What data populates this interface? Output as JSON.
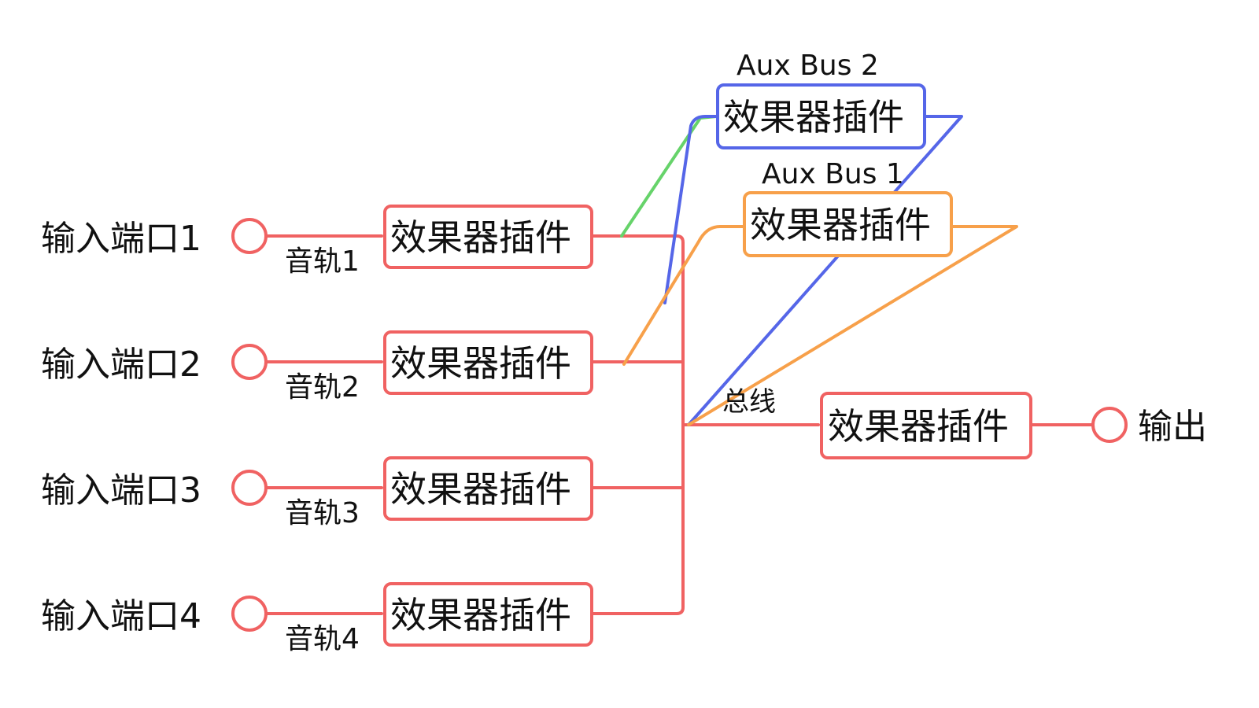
{
  "colors": {
    "main": "#f06262",
    "aux1": "#f7a04a",
    "aux2": "#5566e8",
    "send": "#66d36a"
  },
  "inputs": [
    {
      "port": "输入端口1",
      "track": "音轨1",
      "plugin": "效果器插件"
    },
    {
      "port": "输入端口2",
      "track": "音轨2",
      "plugin": "效果器插件"
    },
    {
      "port": "输入端口3",
      "track": "音轨3",
      "plugin": "效果器插件"
    },
    {
      "port": "输入端口4",
      "track": "音轨4",
      "plugin": "效果器插件"
    }
  ],
  "aux_bus_1": {
    "label": "Aux Bus 1",
    "plugin": "效果器插件"
  },
  "aux_bus_2": {
    "label": "Aux Bus 2",
    "plugin": "效果器插件"
  },
  "master": {
    "label": "总线",
    "plugin": "效果器插件"
  },
  "output": {
    "label": "输出"
  }
}
